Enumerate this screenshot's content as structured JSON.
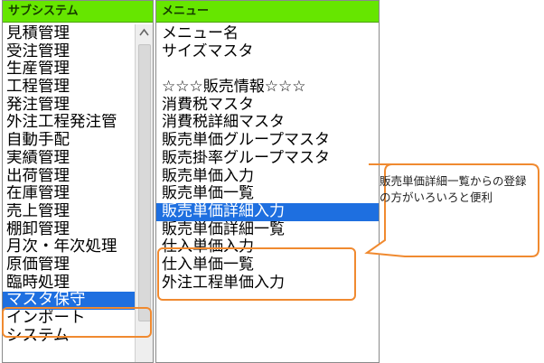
{
  "subsystem": {
    "header": "サブシステム",
    "items": [
      "見積管理",
      "受注管理",
      "生産管理",
      "工程管理",
      "発注管理",
      "外注工程発注管",
      "自動手配",
      "実績管理",
      "出荷管理",
      "在庫管理",
      "売上管理",
      "棚卸管理",
      "月次・年次処理",
      "原価管理",
      "臨時処理",
      "マスタ保守",
      "インポート",
      "システム"
    ],
    "selected": "マスタ保守"
  },
  "menu": {
    "header": "メニュー",
    "items": [
      "メニュー名",
      "サイズマスタ",
      "",
      "☆☆☆販売情報☆☆☆",
      "消費税マスタ",
      "消費税詳細マスタ",
      "販売単価グループマスタ",
      "販売掛率グループマスタ",
      "販売単価入力",
      "販売単価一覧",
      "販売単価詳細入力",
      "販売単価詳細一覧",
      "仕入単価入力",
      "仕入単価一覧",
      "外注工程単価入力"
    ],
    "selected": "販売単価詳細入力"
  },
  "callout": {
    "text": "販売単価詳細一覧からの登録の方がいろいろと便利"
  },
  "colors": {
    "header_bg": "#66e600",
    "selection": "#1e6fe0",
    "highlight_outline": "#f08a30"
  }
}
